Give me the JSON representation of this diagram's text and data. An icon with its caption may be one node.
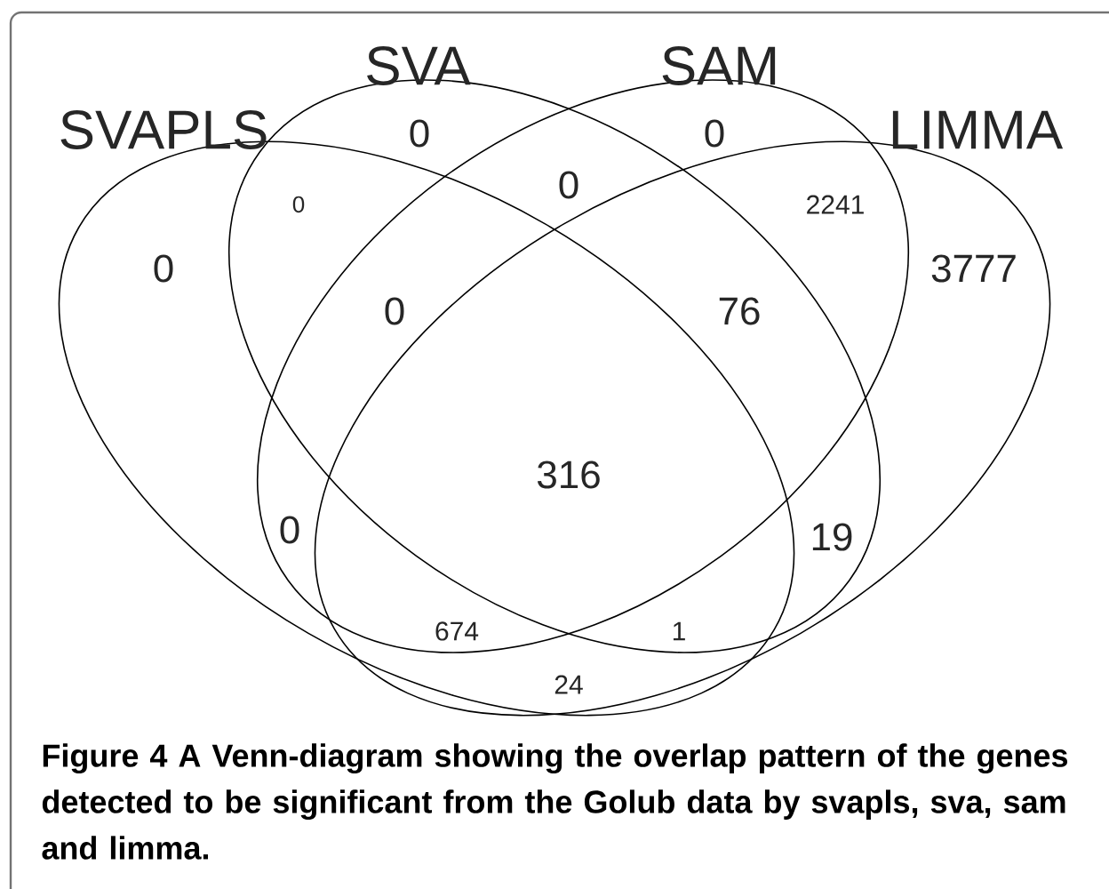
{
  "diagram": {
    "caption": "Figure 4 A Venn-diagram showing the overlap pattern of the genes detected to be significant from the Golub data by svapls, sva, sam and limma.",
    "nodes": [
      {
        "text": [
          "SVAPLS"
        ]
      },
      {
        "text": [
          "SVA"
        ]
      },
      {
        "text": [
          "SAM"
        ]
      },
      {
        "text": [
          "LIMMA"
        ]
      }
    ],
    "labels": [
      "0",
      "0",
      "0",
      "0",
      "2241",
      "0",
      "3777",
      "0",
      "76",
      "316",
      "0",
      "19",
      "674",
      "1",
      "24"
    ]
  }
}
